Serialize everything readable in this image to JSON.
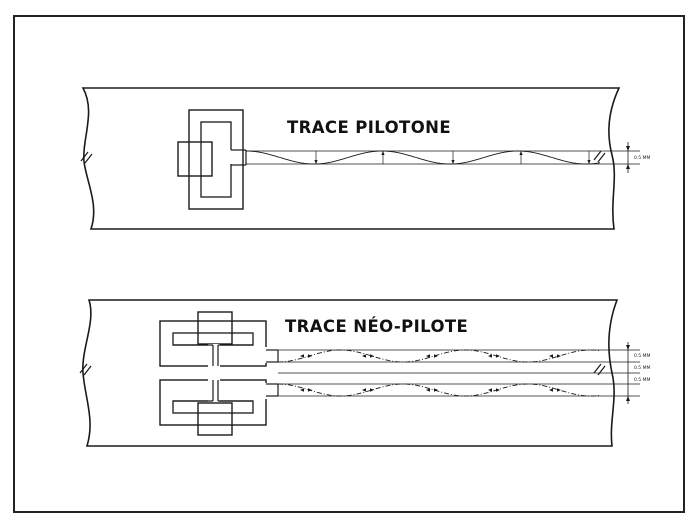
{
  "diagram": {
    "top": {
      "title": "TRACE PILOTONE",
      "dimension_label": "0.5 MM"
    },
    "bottom": {
      "title": "TRACE NÉO-PILOTE",
      "dimension_labels": [
        "0.5 MM",
        "0.5 MM",
        "0.5 MM"
      ]
    }
  }
}
